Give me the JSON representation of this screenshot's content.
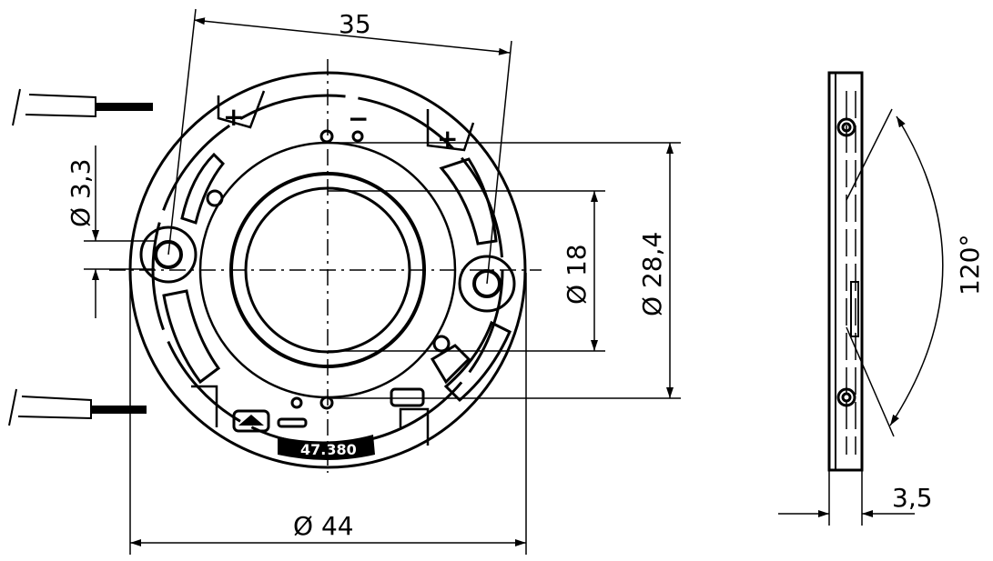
{
  "drawing": {
    "dimensions": {
      "width_35": "35",
      "hole_dia": "Ø 3,3",
      "inner_dia": "Ø 18",
      "pitch_dia": "Ø 28,4",
      "outer_dia": "Ø 44",
      "angle": "120°",
      "thickness": "3,5"
    },
    "markings": {
      "plus_left": "+",
      "plus_right": "+",
      "minus": "−",
      "part_no": "47.380"
    }
  }
}
